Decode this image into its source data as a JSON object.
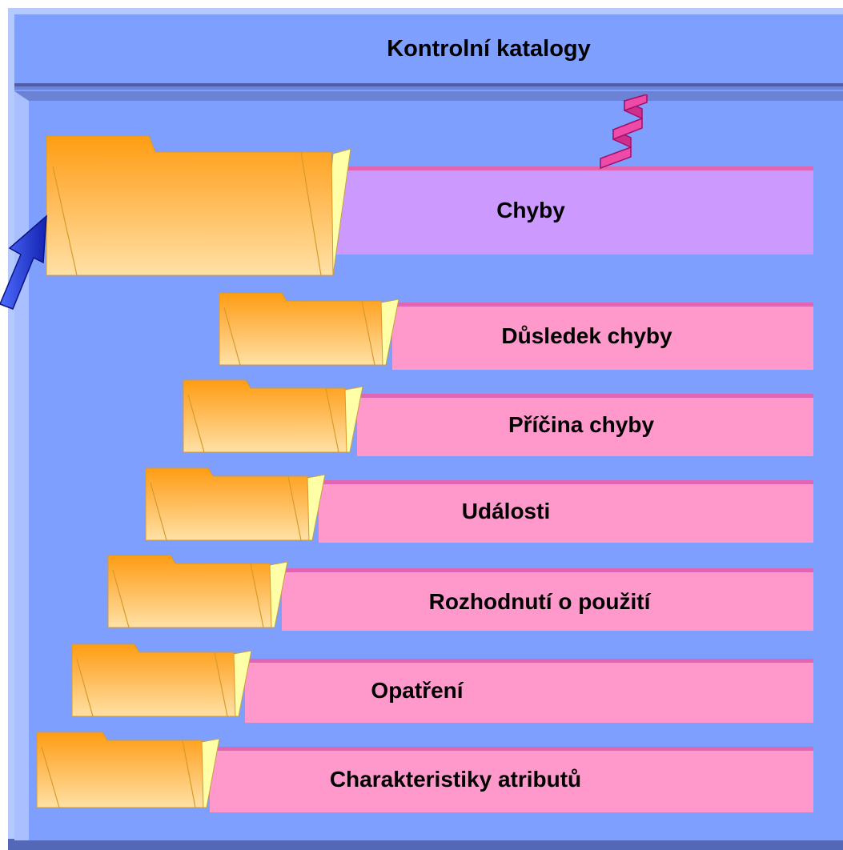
{
  "title": "Kontrolní katalogy",
  "items": [
    {
      "label": "Chyby"
    },
    {
      "label": "Důsledek chyby"
    },
    {
      "label": "Příčina chyby"
    },
    {
      "label": "Události"
    },
    {
      "label": "Rozhodnutí o použití"
    },
    {
      "label": "Opatření"
    },
    {
      "label": "Charakteristiky atributů"
    }
  ],
  "colors": {
    "panel": "#7f9ffe",
    "main_bar": "#cc99ff",
    "bar": "#ff99cc",
    "folder": "#ffa51e",
    "arrow": "#1f2fd8",
    "spring": "#e0309a"
  }
}
